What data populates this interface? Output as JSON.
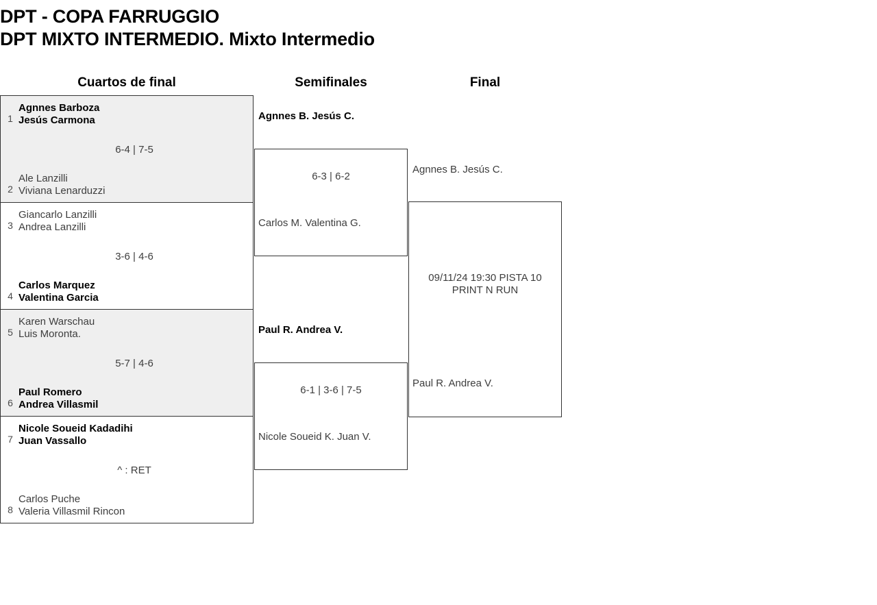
{
  "header": {
    "title": "DPT - COPA FARRUGGIO",
    "subtitle": "DPT MIXTO INTERMEDIO. Mixto Intermedio"
  },
  "rounds": [
    {
      "label": "Cuartos de final"
    },
    {
      "label": "Semifinales"
    },
    {
      "label": "Final"
    }
  ],
  "quarterfinals": [
    {
      "shaded": true,
      "top": {
        "seed": "1",
        "player1": "Agnnes Barboza",
        "player2": "Jesús Carmona",
        "winner": true
      },
      "bottom": {
        "seed": "2",
        "player1": "Ale Lanzilli",
        "player2": "Viviana Lenarduzzi",
        "winner": false
      },
      "score": "6-4 | 7-5"
    },
    {
      "shaded": false,
      "top": {
        "seed": "3",
        "player1": "Giancarlo Lanzilli",
        "player2": "Andrea Lanzilli",
        "winner": false
      },
      "bottom": {
        "seed": "4",
        "player1": "Carlos Marquez",
        "player2": "Valentina Garcia",
        "winner": true
      },
      "score": "3-6 | 4-6"
    },
    {
      "shaded": true,
      "top": {
        "seed": "5",
        "player1": "Karen Warschau",
        "player2": "Luis Moronta.",
        "winner": false
      },
      "bottom": {
        "seed": "6",
        "player1": "Paul Romero",
        "player2": "Andrea Villasmil",
        "winner": true
      },
      "score": "5-7 | 4-6"
    },
    {
      "shaded": false,
      "top": {
        "seed": "7",
        "player1": "Nicole Soueid Kadadihi",
        "player2": "Juan Vassallo",
        "winner": true
      },
      "bottom": {
        "seed": "8",
        "player1": "Carlos Puche",
        "player2": "Valeria Villasmil Rincon",
        "winner": false
      },
      "score": "^ : RET"
    }
  ],
  "semifinals": [
    {
      "top": {
        "player1": "Agnnes B.",
        "player2": "Jesús C.",
        "winner": true
      },
      "bottom": {
        "player1": "Carlos M.",
        "player2": "Valentina G.",
        "winner": false
      },
      "score": "6-3 | 6-2"
    },
    {
      "top": {
        "player1": "Paul R.",
        "player2": "Andrea V.",
        "winner": true
      },
      "bottom": {
        "player1": "Nicole Soueid K.",
        "player2": "Juan V.",
        "winner": false
      },
      "score": "6-1 | 3-6 | 7-5"
    }
  ],
  "final": {
    "top": {
      "player1": "Agnnes B.",
      "player2": "Jesús C.",
      "winner": false
    },
    "bottom": {
      "player1": "Paul R.",
      "player2": "Andrea V.",
      "winner": false
    },
    "score": "09/11/24 19:30 PISTA 10 PRINT N RUN"
  },
  "colors": {
    "shaded_row": "#efefef",
    "border": "#333333",
    "text": "#3d3d3d",
    "winner_text": "#000000"
  }
}
